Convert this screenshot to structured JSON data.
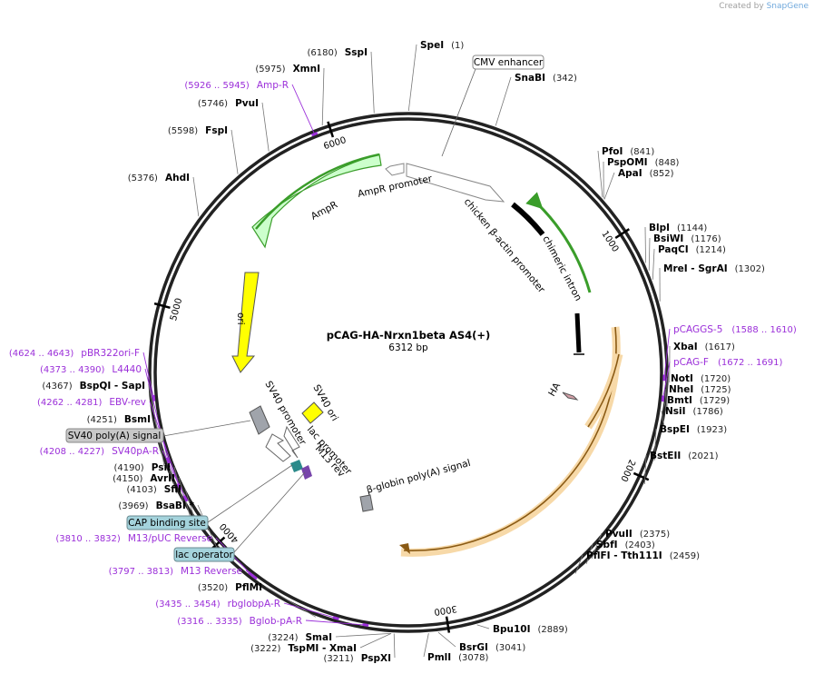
{
  "credit": {
    "prefix": "Created by",
    "brand": "SnapGene"
  },
  "title": "pCAG-HA-Nrxn1beta AS4(+)",
  "length_label": "6312 bp",
  "total_bp": 6312,
  "ticks": [
    {
      "bp": 1000,
      "label": "1000"
    },
    {
      "bp": 2000,
      "label": "2000"
    },
    {
      "bp": 3000,
      "label": "3000"
    },
    {
      "bp": 4000,
      "label": "4000"
    },
    {
      "bp": 5000,
      "label": "5000"
    },
    {
      "bp": 6000,
      "label": "6000"
    }
  ],
  "sites": [
    {
      "id": "spei",
      "name": "SpeI",
      "pos": "(1)",
      "bp": 1,
      "side": "right"
    },
    {
      "id": "snabi",
      "name": "SnaBI",
      "pos": "(342)",
      "bp": 342,
      "side": "right"
    },
    {
      "id": "pfoi",
      "name": "PfoI",
      "pos": "(841)",
      "bp": 841,
      "side": "right"
    },
    {
      "id": "pspomi",
      "name": "PspOMI",
      "pos": "(848)",
      "bp": 848,
      "side": "right"
    },
    {
      "id": "apai",
      "name": "ApaI",
      "pos": "(852)",
      "bp": 852,
      "side": "right"
    },
    {
      "id": "blpi",
      "name": "BlpI",
      "pos": "(1144)",
      "bp": 1144,
      "side": "right"
    },
    {
      "id": "bsiwi",
      "name": "BsiWI",
      "pos": "(1176)",
      "bp": 1176,
      "side": "right"
    },
    {
      "id": "paqci",
      "name": "PaqCI",
      "pos": "(1214)",
      "bp": 1214,
      "side": "right"
    },
    {
      "id": "mrei",
      "name": "MreI - SgrAI",
      "pos": "(1302)",
      "bp": 1302,
      "side": "right"
    },
    {
      "id": "xbai",
      "name": "XbaI",
      "pos": "(1617)",
      "bp": 1617,
      "side": "right"
    },
    {
      "id": "notl",
      "name": "NotI",
      "pos": "(1720)",
      "bp": 1720,
      "side": "right"
    },
    {
      "id": "nhei",
      "name": "NheI",
      "pos": "(1725)",
      "bp": 1725,
      "side": "right"
    },
    {
      "id": "bmti",
      "name": "BmtI",
      "pos": "(1729)",
      "bp": 1729,
      "side": "right"
    },
    {
      "id": "nsii",
      "name": "NsiI",
      "pos": "(1786)",
      "bp": 1786,
      "side": "right"
    },
    {
      "id": "bspei",
      "name": "BspEI",
      "pos": "(1923)",
      "bp": 1923,
      "side": "right"
    },
    {
      "id": "bsteii",
      "name": "BstEII",
      "pos": "(2021)",
      "bp": 2021,
      "side": "right"
    },
    {
      "id": "pvuii",
      "name": "PvuII",
      "pos": "(2375)",
      "bp": 2375,
      "side": "right"
    },
    {
      "id": "sbfi",
      "name": "SbfI",
      "pos": "(2403)",
      "bp": 2403,
      "side": "right"
    },
    {
      "id": "pflfi",
      "name": "PflFI - Tth111I",
      "pos": "(2459)",
      "bp": 2459,
      "side": "right"
    },
    {
      "id": "bpu10i",
      "name": "Bpu10I",
      "pos": "(2889)",
      "bp": 2889,
      "side": "right"
    },
    {
      "id": "bsrgi",
      "name": "BsrGI",
      "pos": "(3041)",
      "bp": 3041,
      "side": "right"
    },
    {
      "id": "pmli",
      "name": "PmlI",
      "pos": "(3078)",
      "bp": 3078,
      "side": "right"
    },
    {
      "id": "pspxi",
      "name": "PspXI",
      "pos": "(3211)",
      "bp": 3211,
      "side": "left"
    },
    {
      "id": "tspmi",
      "name": "TspMI - XmaI",
      "pos": "(3222)",
      "bp": 3222,
      "side": "left"
    },
    {
      "id": "smai",
      "name": "SmaI",
      "pos": "(3224)",
      "bp": 3224,
      "side": "left"
    },
    {
      "id": "pflmi",
      "name": "PflMI",
      "pos": "(3520)",
      "bp": 3520,
      "side": "left"
    },
    {
      "id": "bsabi",
      "name": "BsaBI *",
      "pos": "(3969)",
      "bp": 3969,
      "side": "left"
    },
    {
      "id": "sfii",
      "name": "SfiI",
      "pos": "(4103)",
      "bp": 4103,
      "side": "left"
    },
    {
      "id": "avrii",
      "name": "AvrII",
      "pos": "(4150)",
      "bp": 4150,
      "side": "left"
    },
    {
      "id": "psii",
      "name": "PsiI",
      "pos": "(4190)",
      "bp": 4190,
      "side": "left"
    },
    {
      "id": "bsmi",
      "name": "BsmI",
      "pos": "(4251)",
      "bp": 4251,
      "side": "left"
    },
    {
      "id": "bspqi",
      "name": "BspQI - SapI",
      "pos": "(4367)",
      "bp": 4367,
      "side": "left"
    },
    {
      "id": "ahdi",
      "name": "AhdI",
      "pos": "(5376)",
      "bp": 5376,
      "side": "left"
    },
    {
      "id": "fspi",
      "name": "FspI",
      "pos": "(5598)",
      "bp": 5598,
      "side": "left"
    },
    {
      "id": "pvui",
      "name": "PvuI",
      "pos": "(5746)",
      "bp": 5746,
      "side": "left"
    },
    {
      "id": "xmni",
      "name": "XmnI",
      "pos": "(5975)",
      "bp": 5975,
      "side": "left"
    },
    {
      "id": "sspi",
      "name": "SspI",
      "pos": "(6180)",
      "bp": 6180,
      "side": "left"
    }
  ],
  "primers": [
    {
      "id": "pcaggs5",
      "name": "pCAGGS-5",
      "pos": "(1588 .. 1610)",
      "bp": 1599,
      "side": "right"
    },
    {
      "id": "pcagf",
      "name": "pCAG-F",
      "pos": "(1672 .. 1691)",
      "bp": 1681,
      "side": "right"
    },
    {
      "id": "m13puc",
      "name": "M13/pUC Reverse",
      "pos": "(3810 .. 3832)",
      "bp": 3821,
      "side": "left"
    },
    {
      "id": "m13rev",
      "name": "M13 Reverse",
      "pos": "(3797 .. 3813)",
      "bp": 3805,
      "side": "left"
    },
    {
      "id": "rbglob",
      "name": "rbglobpA-R",
      "pos": "(3435 .. 3454)",
      "bp": 3444,
      "side": "left"
    },
    {
      "id": "bglob",
      "name": "Bglob-pA-R",
      "pos": "(3316 .. 3335)",
      "bp": 3325,
      "side": "left"
    },
    {
      "id": "pbr322",
      "name": "pBR322ori-F",
      "pos": "(4624 .. 4643)",
      "bp": 4633,
      "side": "left"
    },
    {
      "id": "l4440",
      "name": "L4440",
      "pos": "(4373 .. 4390)",
      "bp": 4381,
      "side": "left"
    },
    {
      "id": "ebvrev",
      "name": "EBV-rev",
      "pos": "(4262 .. 4281)",
      "bp": 4271,
      "side": "left"
    },
    {
      "id": "sv40par",
      "name": "SV40pA-R",
      "pos": "(4208 .. 4227)",
      "bp": 4217,
      "side": "left"
    },
    {
      "id": "ampr_p",
      "name": "Amp-R",
      "pos": "(5926 .. 5945)",
      "bp": 5935,
      "side": "left"
    }
  ],
  "boxed_features": [
    {
      "id": "cmv",
      "name": "CMV enhancer",
      "style": "plain"
    },
    {
      "id": "sv40polya",
      "name": "SV40 poly(A) signal",
      "style": "gray"
    },
    {
      "id": "capbind",
      "name": "CAP binding site",
      "style": "teal"
    },
    {
      "id": "lacop",
      "name": "lac operator",
      "style": "teal"
    }
  ],
  "features": [
    {
      "id": "ampr_promoter",
      "name": "AmpR promoter"
    },
    {
      "id": "ampr",
      "name": "AmpR"
    },
    {
      "id": "chicken",
      "name": "chicken β-actin promoter"
    },
    {
      "id": "intron",
      "name": "chimeric intron"
    },
    {
      "id": "ori",
      "name": "ori"
    },
    {
      "id": "ha",
      "name": "HA"
    },
    {
      "id": "sv40ori",
      "name": "SV40 ori"
    },
    {
      "id": "sv40prom",
      "name": "SV40 promoter"
    },
    {
      "id": "lacprom",
      "name": "lac promoter"
    },
    {
      "id": "m13r",
      "name": "M13 rev"
    },
    {
      "id": "bglobin",
      "name": "β-globin poly(A) signal"
    }
  ],
  "colors": {
    "ampr_fill": "#ccffcc",
    "ampr_stroke": "#3a9d2a",
    "ori_fill": "#ffff00",
    "cds_fill": "#f7d9a8",
    "cds_stroke": "#c8862a",
    "primer": "#9b2fd9",
    "polya": "#a0a4ab",
    "teal_box": "#a4d3dc",
    "gray_box": "#c8c8c8"
  }
}
